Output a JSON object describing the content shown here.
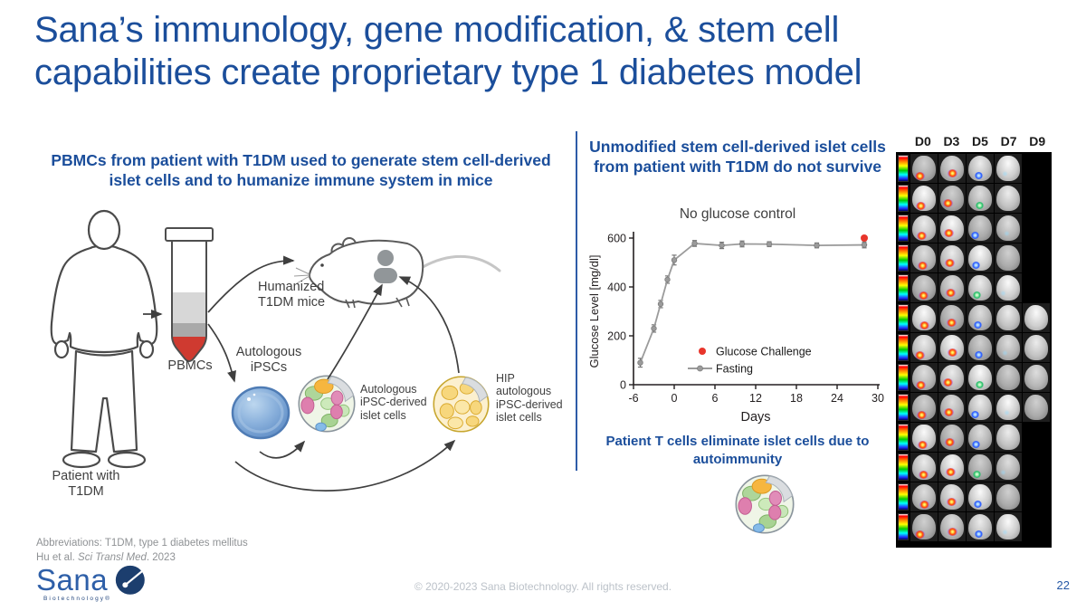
{
  "slide": {
    "title": "Sana’s immunology, gene modification, & stem cell capabilities create proprietary type 1 diabetes model",
    "page_number": "22",
    "copyright": "© 2020-2023 Sana Biotechnology. All rights reserved."
  },
  "logo": {
    "wordmark": "Sana",
    "subtext": "Biotechnology®"
  },
  "left_panel": {
    "heading": "PBMCs from patient with T1DM used to generate stem cell-derived islet cells and to humanize immune system in mice",
    "diagram": {
      "patient_label": "Patient with T1DM",
      "pbmcs_label": "PBMCs",
      "humanized_mice_label": "Humanized T1DM mice",
      "ipscs_label": "Autologous iPSCs",
      "autologous_islets_label": "Autologous iPSC-derived islet cells",
      "hip_islets_label": "HIP autologous iPSC-derived islet cells"
    },
    "footnote": {
      "line1": "Abbreviations: T1DM, type 1 diabetes mellitus",
      "line2_prefix": "Hu et al. ",
      "line2_italic": "Sci Transl Med",
      "line2_suffix": ". 2023"
    }
  },
  "center_panel": {
    "heading": "Unmodified stem cell-derived islet cells from patient with T1DM do not survive",
    "subheading": "No glucose control",
    "conclusion": "Patient T cells eliminate islet cells due to autoimmunity"
  },
  "chart_data": {
    "type": "line",
    "title": "No glucose control",
    "xlabel": "Days",
    "ylabel": "Glucose Level [mg/dl]",
    "xlim": [
      -6,
      30
    ],
    "ylim": [
      0,
      600
    ],
    "xticks": [
      -6,
      0,
      6,
      12,
      18,
      24,
      30
    ],
    "yticks": [
      0,
      200,
      400,
      600
    ],
    "grid": false,
    "legend_position": "inside-bottom",
    "series": [
      {
        "name": "Fasting",
        "type": "line+markers",
        "color": "#9b9b9b",
        "x": [
          -5,
          -3,
          -2,
          -1,
          0,
          3,
          7,
          10,
          14,
          21,
          28
        ],
        "y": [
          90,
          230,
          330,
          430,
          510,
          578,
          570,
          576,
          575,
          570,
          572
        ],
        "yerr": [
          18,
          15,
          15,
          15,
          20,
          12,
          13,
          12,
          10,
          10,
          12
        ]
      },
      {
        "name": "Glucose Challenge",
        "type": "scatter",
        "color": "#e8352b",
        "x": [
          28
        ],
        "y": [
          600
        ]
      }
    ]
  },
  "right_panel": {
    "day_labels": [
      "D0",
      "D3",
      "D5",
      "D7",
      "D9"
    ],
    "rows": [
      4,
      4,
      4,
      4,
      4,
      5,
      5,
      5,
      5,
      4,
      4,
      4,
      4
    ]
  }
}
